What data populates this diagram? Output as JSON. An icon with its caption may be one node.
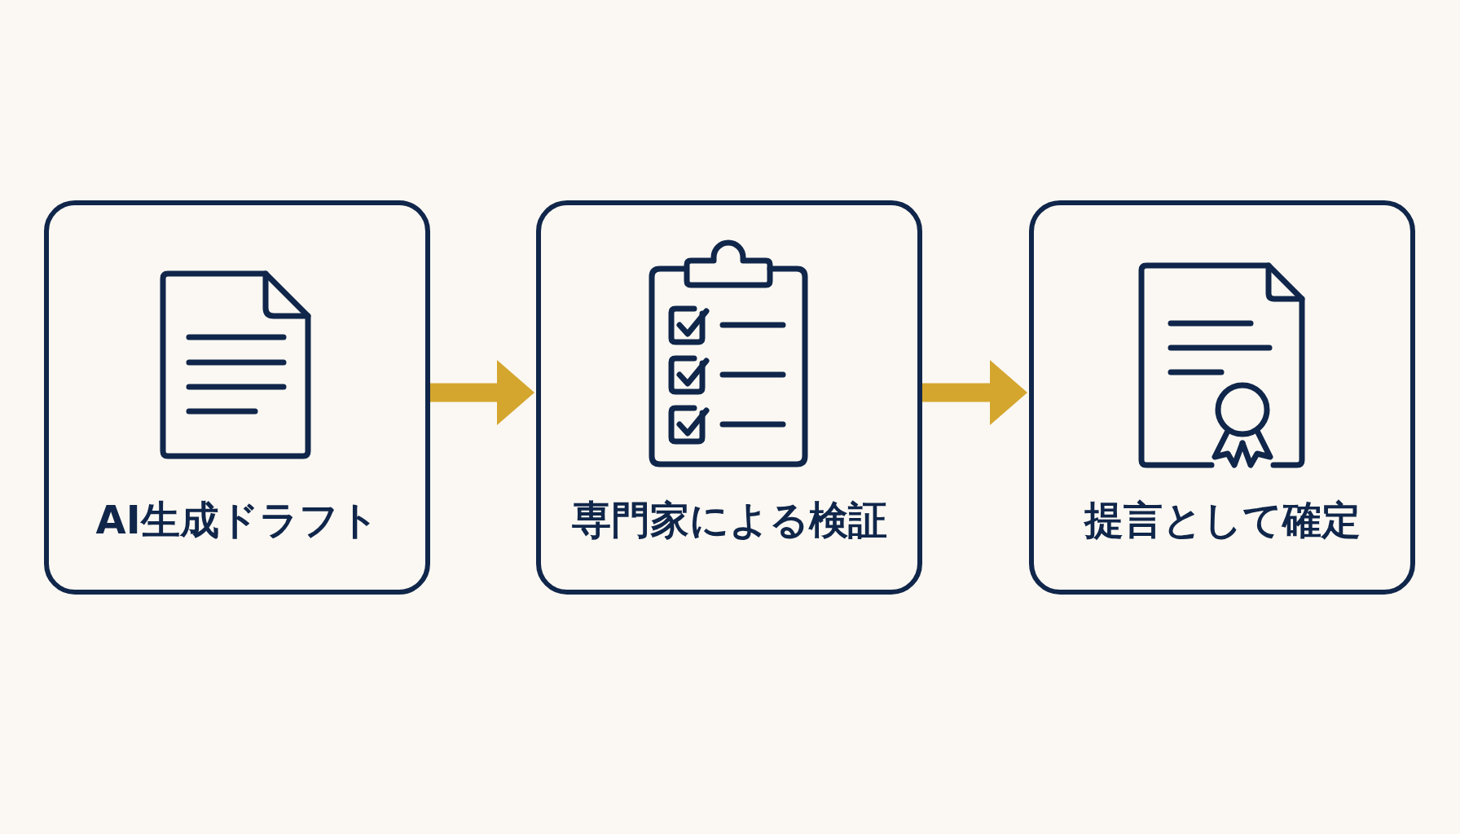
{
  "diagram": {
    "nodes": [
      {
        "text": [
          "AI生成ドラフト"
        ]
      },
      {
        "text": [
          "専門家による検証"
        ]
      },
      {
        "text": [
          "提言として確定"
        ]
      }
    ],
    "edges": [
      {
        "from": 0,
        "to": 1,
        "arrow": "to"
      },
      {
        "from": 1,
        "to": 2,
        "arrow": "to"
      }
    ]
  }
}
